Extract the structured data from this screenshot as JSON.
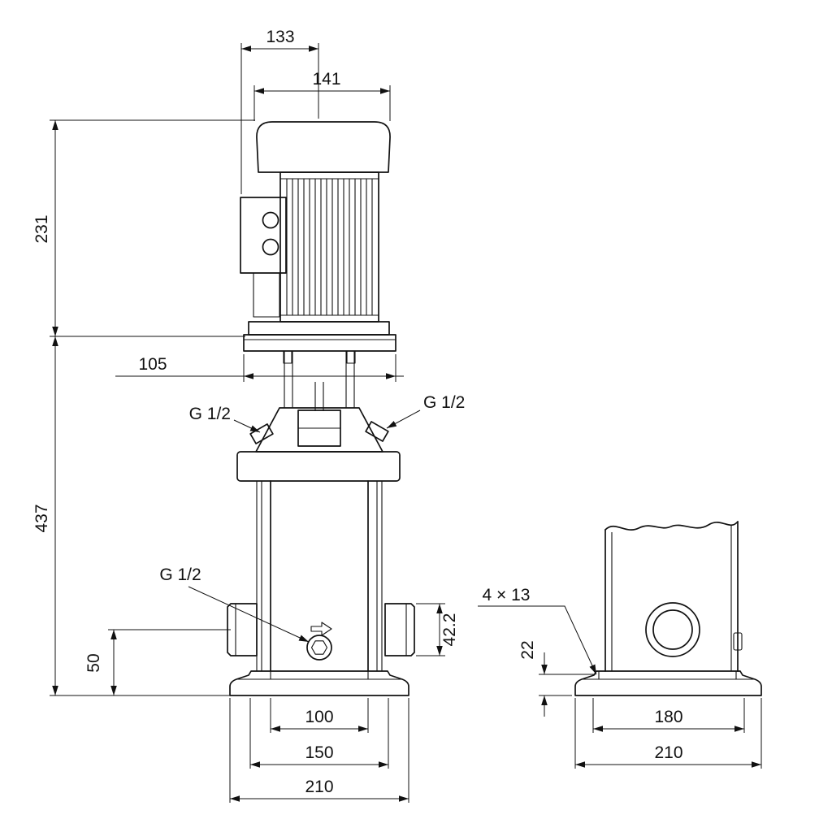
{
  "dims": {
    "d133": "133",
    "d141": "141",
    "d231": "231",
    "d105": "105",
    "d437": "437",
    "g12_left": "G 1/2",
    "g12_right": "G 1/2",
    "g12_drain": "G 1/2",
    "d50": "50",
    "d42_2": "42.2",
    "d100": "100",
    "d150": "150",
    "d210_front": "210",
    "holes": "4 × 13",
    "d22": "22",
    "d180": "180",
    "d210_side": "210"
  },
  "colors": {
    "line": "#111111",
    "background": "#ffffff"
  }
}
